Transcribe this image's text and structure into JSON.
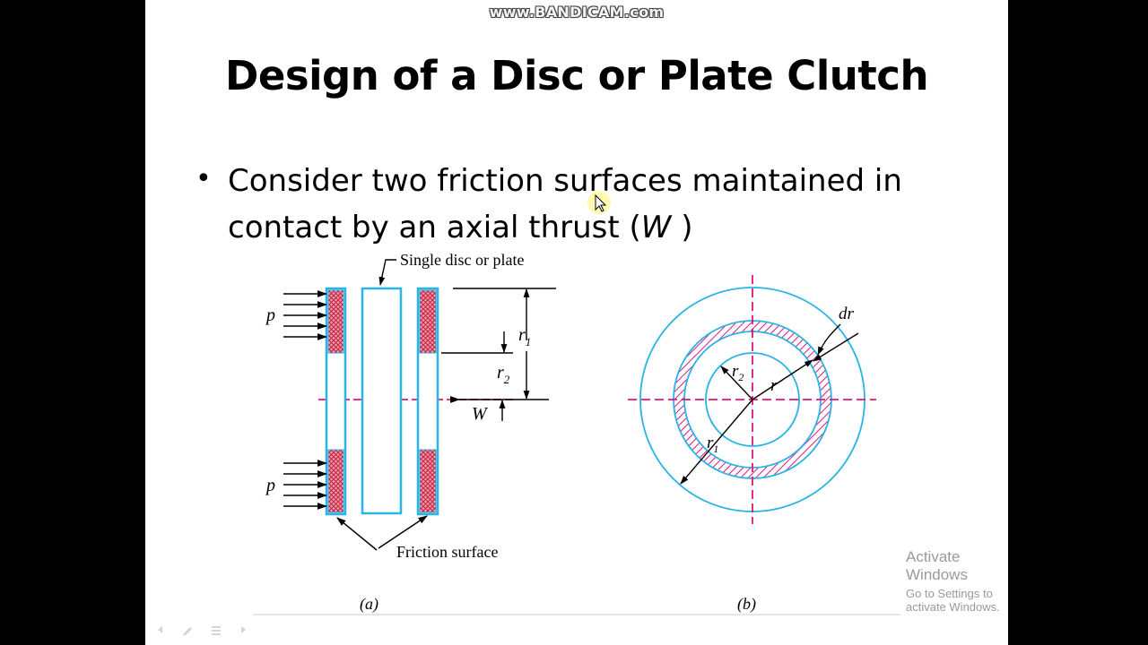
{
  "watermark": "www.BANDICAM.com",
  "slide": {
    "title": "Design of a Disc or Plate Clutch",
    "bullet": {
      "text": "Consider two friction surfaces maintained in contact by an axial thrust (",
      "italic": "W",
      "end": " )"
    }
  },
  "figure": {
    "label_single_disc": "Single disc or plate",
    "label_p_top": "p",
    "label_p_bottom": "p",
    "label_r1": "r",
    "label_r1_sub": "1",
    "label_r2": "r",
    "label_r2_sub": "2",
    "label_W": "W",
    "label_friction": "Friction surface",
    "caption_a": "(a)",
    "caption_b": "(b)",
    "label_dr": "dr",
    "label_r": "r",
    "label_b_r2": "r",
    "label_b_r2_sub": "2",
    "label_b_r1": "r",
    "label_b_r1_sub": "1"
  },
  "windows_notice": {
    "line1": "Activate Windows",
    "line2": "Go to Settings to activate Windows."
  },
  "colors": {
    "cyan": "#29b3e6",
    "magenta": "#e0147d",
    "friction_red": "#d6314b"
  },
  "icons": [
    "prev-slide-icon",
    "pen-icon",
    "slides-menu-icon",
    "next-slide-icon",
    "mouse-cursor-icon"
  ]
}
